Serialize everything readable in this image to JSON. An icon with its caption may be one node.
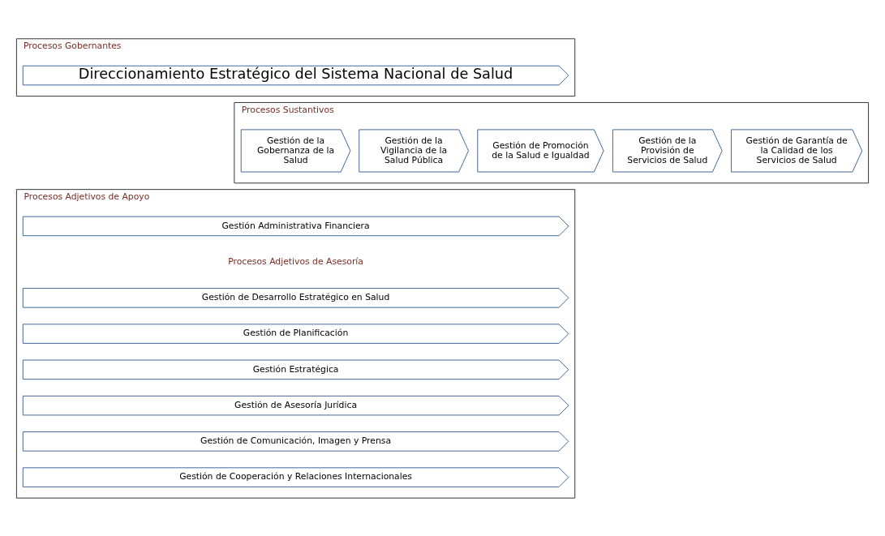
{
  "diagram": {
    "nodes": [
      {
        "text": [
          "Procesos Gobernantes"
        ]
      },
      {
        "text": [
          "Direccionamiento Estratégico del Sistema Nacional de Salud"
        ],
        "in": 0
      },
      {
        "text": [
          "Procesos Sustantivos"
        ]
      },
      {
        "text": [
          "Gestión de la Gobernanza de la Salud"
        ],
        "in": 2
      },
      {
        "text": [
          "Gestión de la Vigilancia de la Salud Pública"
        ],
        "in": 2
      },
      {
        "text": [
          "Gestión de Promoción de la Salud e Igualdad"
        ],
        "in": 2
      },
      {
        "text": [
          "Gestión de la Provisión de Servicios de Salud"
        ],
        "in": 2
      },
      {
        "text": [
          "Gestión de Garantía de la Calidad de los Servicios de Salud"
        ],
        "in": 2
      },
      {
        "text": [
          "Procesos Adjetivos de Apoyo"
        ]
      },
      {
        "text": [
          "Gestión Administrativa Financiera"
        ],
        "in": 8
      },
      {
        "text": [
          "Gestión de Desarrollo Estratégico en Salud"
        ],
        "in": 8
      },
      {
        "text": [
          "Gestión de Planificación"
        ],
        "in": 8
      },
      {
        "text": [
          "Gestión Estratégica"
        ],
        "in": 8
      },
      {
        "text": [
          "Gestión de Asesoría Jurídica"
        ],
        "in": 8
      },
      {
        "text": [
          "Gestión de Comunicación, Imagen y Prensa"
        ],
        "in": 8
      },
      {
        "text": [
          "Gestión de Cooperación y Relaciones Internacionales"
        ],
        "in": 8
      }
    ],
    "labels": [
      "Procesos Adjetivos de Asesoría"
    ]
  }
}
